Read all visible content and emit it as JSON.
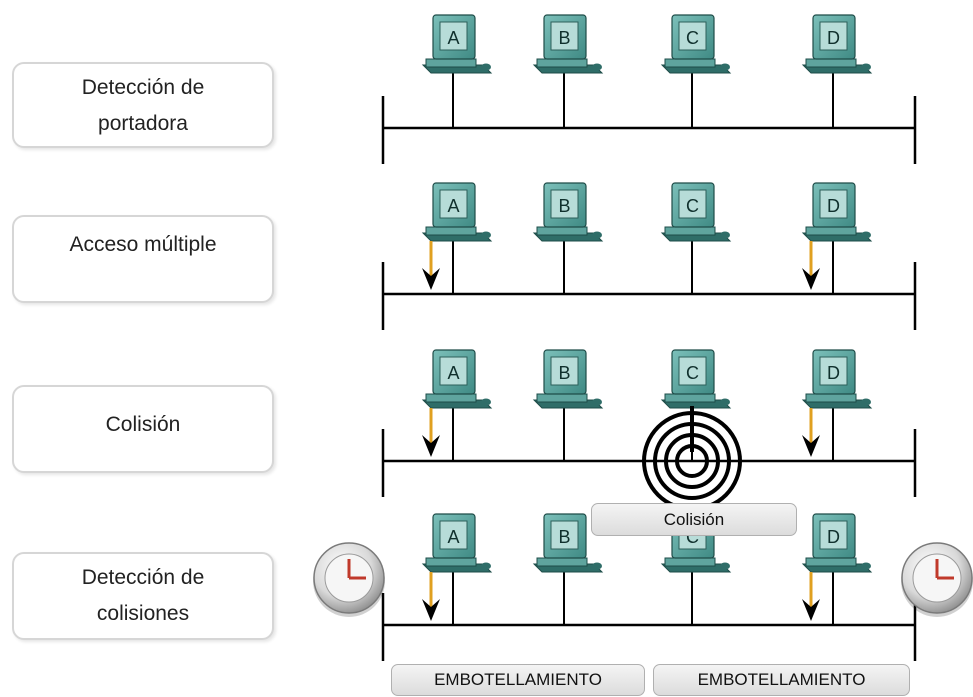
{
  "rows": [
    {
      "label_lines": [
        "Detección de",
        "portadora"
      ]
    },
    {
      "label_lines": [
        "Acceso múltiple"
      ]
    },
    {
      "label_lines": [
        "Colisión"
      ]
    },
    {
      "label_lines": [
        "Detección de",
        "colisiones"
      ]
    }
  ],
  "computer_labels": [
    "A",
    "B",
    "C",
    "D"
  ],
  "collision_label": "Colisión",
  "jam_labels": [
    "EMBOTELLAMIENTO",
    "EMBOTELLAMIENTO"
  ],
  "colors": {
    "monitor": "#5fa49e",
    "monitor_dark": "#2f6d68",
    "screen": "#b7dcd8",
    "arrow": "#e0a020",
    "bus": "#000000"
  }
}
